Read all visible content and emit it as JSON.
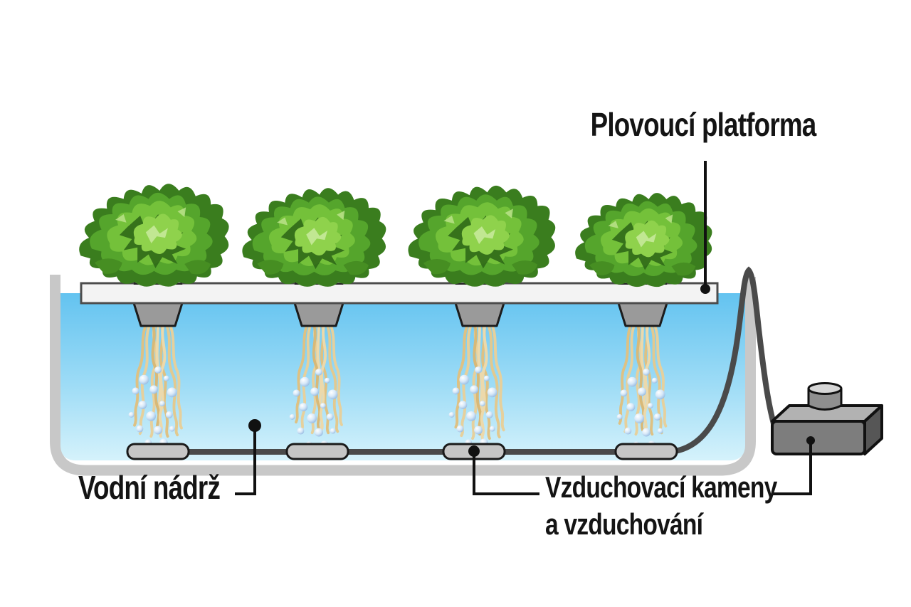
{
  "labels": {
    "floating_platform": "Plovoucí platforma",
    "water_tank": "Vodní nádrž",
    "air_stones_line1": "Vzduchovací kameny",
    "air_stones_line2": "a vzduchování"
  },
  "components": {
    "lettuce_plants": 4,
    "net_pots": 4,
    "root_clusters": 4,
    "bubble_clusters": 4,
    "air_stones": 4,
    "air_pumps": 1
  },
  "colors": {
    "background": "#ffffff",
    "water_top": "#63c3f0",
    "water_mid": "#9edcf6",
    "water_bottom": "#d5f2fb",
    "tank_wall": "#c8c8c8",
    "platform_fill": "#f3f3f3",
    "platform_border": "#4c4c4c",
    "net_pot": "#9a9a9a",
    "pot_rim": "#7c7c7c",
    "roots": "#e6d09c",
    "bubble_edge": "#8cb4de",
    "air_stone": "#c6c6c6",
    "air_line": "#4a4a4a",
    "pump_front": "#7d7d7d",
    "pump_top": "#b2b2b2",
    "pump_side": "#565656",
    "pump_outlet": "#8f8f8f",
    "leaf_dark": "#2c6416",
    "leaf_base": "#3a7d1e",
    "leaf_mid": "#55a52c",
    "leaf_bright": "#74c13a",
    "leaf_highlight": "#8fd24c",
    "leaf_glint": "#c6e99a",
    "connector": "#111111",
    "label_text": "#141414"
  }
}
